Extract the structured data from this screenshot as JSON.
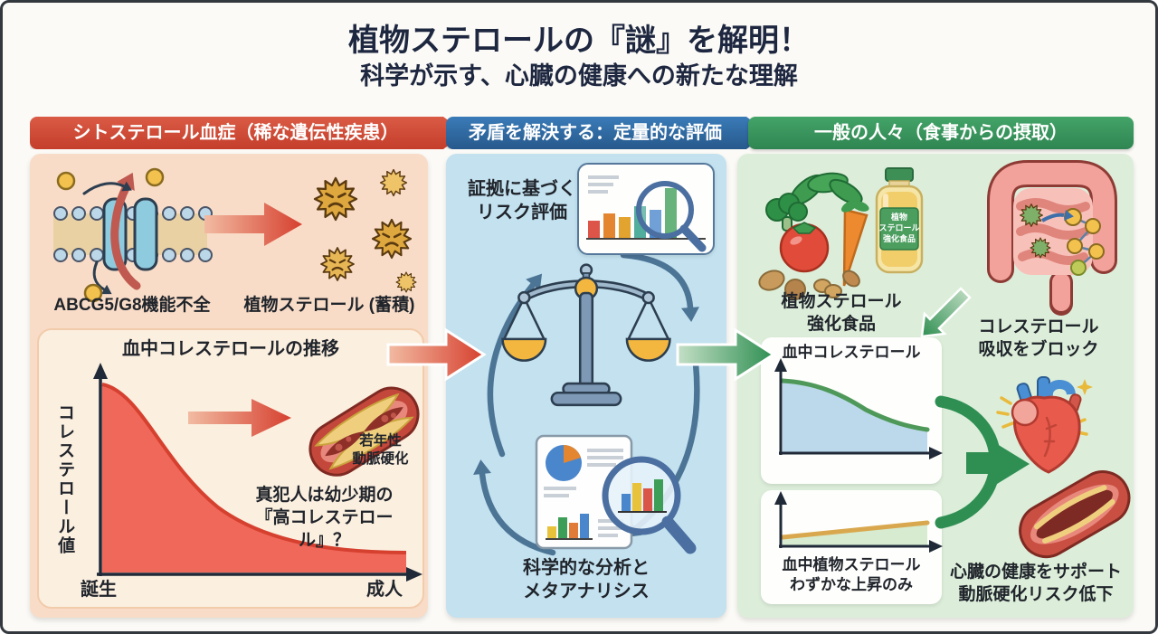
{
  "title": "植物ステロールの『謎』を解明！",
  "subtitle": "科学が示す、心臓の健康への新たな理解",
  "panels": {
    "left": {
      "header": "シトステロール血症（稀な遺伝性疾患）",
      "transporter_label": "ABCG5/G8機能不全",
      "sterol_label": "植物ステロール (蓄積)",
      "chart_title": "血中コレステロールの推移",
      "y_axis_label": "コレステロール値",
      "x_label_start": "誕生",
      "x_label_end": "成人",
      "artery_note_line1": "若年性",
      "artery_note_line2": "動脈硬化",
      "caption_line1": "真犯人は幼少期の",
      "caption_line2": "『高コレステロール』？"
    },
    "middle": {
      "header": "矛盾を解決する：定量的な評価",
      "evidence_line1": "証拠に基づく",
      "evidence_line2": "リスク評価",
      "analysis_line1": "科学的な分析と",
      "analysis_line2": "メタアナリシス"
    },
    "right": {
      "header": "一般の人々（食事からの摂取）",
      "food_caption_line1": "植物ステロール",
      "food_caption_line2": "強化食品",
      "bottle_label_line1": "植物",
      "bottle_label_line2": "ステロール",
      "bottle_label_line3": "強化食品",
      "block_caption_line1": "コレステロール",
      "block_caption_line2": "吸収をブロック",
      "chart1_title": "血中コレステロール",
      "chart2_caption_line1": "血中植物ステロール",
      "chart2_caption_line2": "わずかな上昇のみ",
      "outcome_line1": "心臓の健康をサポート",
      "outcome_line2": "動脈硬化リスク低下"
    }
  },
  "colors": {
    "header_red": "#C94734",
    "header_blue": "#2E6CA8",
    "header_green": "#389560",
    "panel_left_bg": "#F8DCC7",
    "panel_left_card_bg": "#FBEFDF",
    "panel_middle_bg": "#C3E1EF",
    "panel_right_bg": "#DCEEDA",
    "title_text": "#1E2740",
    "red_accent": "#D6402F",
    "green_accent": "#2F8F52",
    "gold_accent": "#F3B73F"
  },
  "chart_data": [
    {
      "id": "sitosterolemia-cholesterol-over-life",
      "type": "area",
      "title": "血中コレステロールの推移",
      "ylabel": "コレステロール値",
      "x_tick_labels": [
        "誕生",
        "成人"
      ],
      "x_normalized": [
        0,
        0.15,
        0.35,
        0.55,
        0.8,
        1.0
      ],
      "y_normalized": [
        0.95,
        0.88,
        0.52,
        0.28,
        0.13,
        0.12
      ],
      "trend": "very high at birth, steep decline through childhood, low plateau by adulthood",
      "color": "#F0685A",
      "grid": false,
      "legend": "none"
    },
    {
      "id": "blood-cholesterol-with-fortified-foods",
      "type": "area",
      "title": "血中コレステロール",
      "x_normalized": [
        0,
        0.35,
        0.7,
        1.0
      ],
      "y_normalized": [
        0.85,
        0.78,
        0.55,
        0.48
      ],
      "trend": "gradual decline",
      "color": "#4E9959",
      "fill_color": "#BBD9EA",
      "grid": false,
      "legend": "none"
    },
    {
      "id": "blood-plant-sterol-level",
      "type": "line",
      "title": "血中植物ステロール わずかな上昇のみ",
      "x_normalized": [
        0,
        1.0
      ],
      "y_normalized": [
        0.2,
        0.45
      ],
      "trend": "slight rise only",
      "color": "#D9A84E",
      "grid": false,
      "legend": "none"
    }
  ]
}
